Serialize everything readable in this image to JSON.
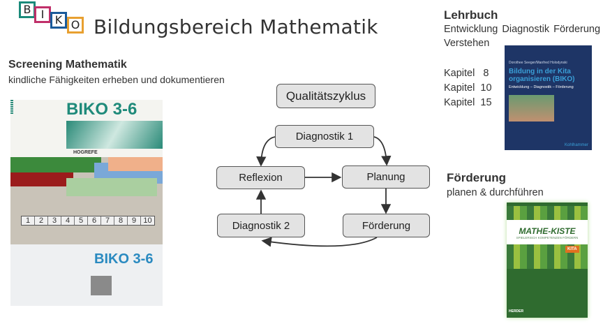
{
  "logo": {
    "letters": [
      "B",
      "I",
      "K",
      "O"
    ],
    "colors": [
      "#1a8a7a",
      "#c0306a",
      "#1a5a9a",
      "#e8a030"
    ]
  },
  "header": {
    "title": "Bildungsbereich Mathematik"
  },
  "screening": {
    "title": "Screening Mathematik",
    "subtitle": "kindliche  Fähigkeiten  erheben und dokumentieren",
    "image_title": "BIKO 3-6",
    "publisher": "HOGREFE",
    "numbers": [
      "1",
      "2",
      "3",
      "4",
      "5",
      "6",
      "7",
      "8",
      "9",
      "10"
    ]
  },
  "cycle": {
    "title": "Qualitätszyklus",
    "nodes": {
      "diag1": "Diagnostik  1",
      "reflexion": "Reflexion",
      "planung": "Planung",
      "diag2": "Diagnostik  2",
      "foerderung": "Förderung"
    }
  },
  "lehrbuch": {
    "title": "Lehrbuch",
    "line1": "Entwicklung  Diagnostik  Förderung",
    "line2": "Verstehen",
    "chapters": [
      "Kapitel   8",
      "Kapitel  10",
      "Kapitel  15"
    ],
    "cover": {
      "authors": "Dorothee Seeger/Manfred Holodynski",
      "title": "Bildung in der Kita organisieren (BIKO)",
      "subtitle": "Entwicklung – Diagnostik – Förderung",
      "publisher": "Kohlhammer"
    }
  },
  "foerderung": {
    "title": "Förderung",
    "subtitle": "planen & durchführen",
    "cover": {
      "title": "MATHE-KISTE",
      "subtitle": "SPIELERISCH KOMPETENZEN FÖRDERN",
      "badge": "KITA",
      "publisher": "HERDER"
    }
  }
}
